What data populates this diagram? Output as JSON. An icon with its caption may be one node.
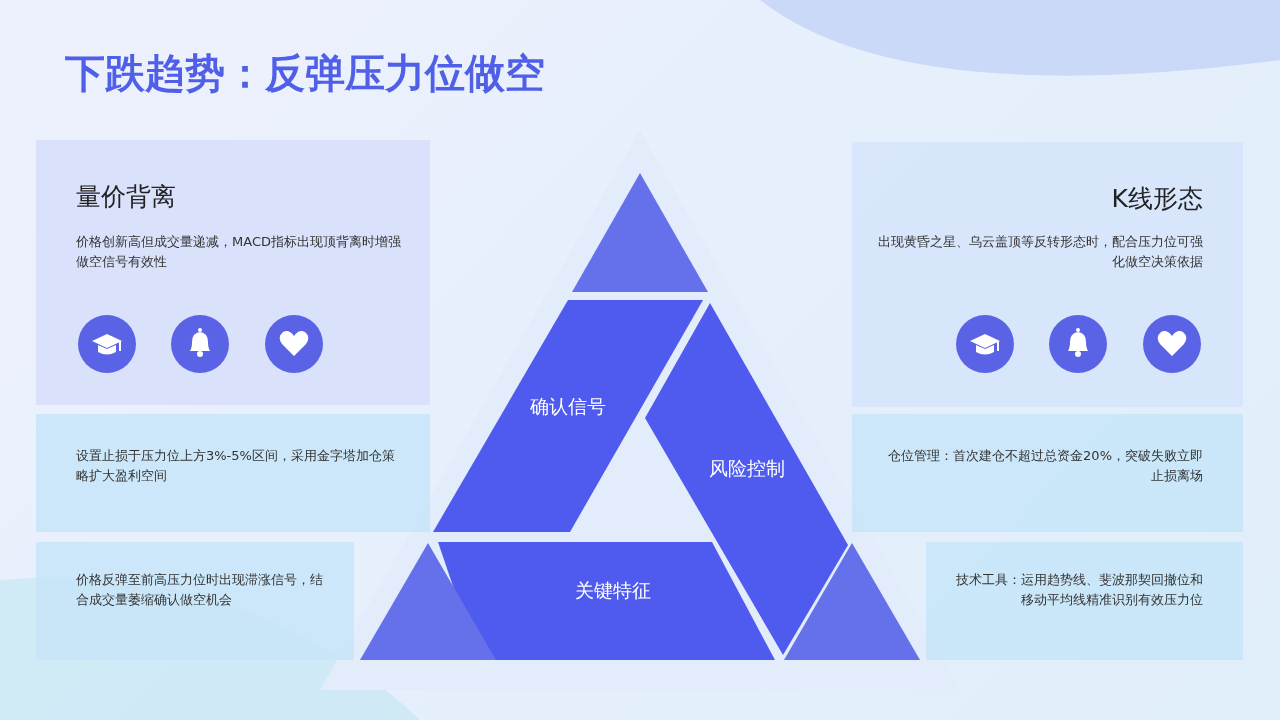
{
  "diagram": {
    "title": "下跌趋势：反弹压力位做空",
    "nodes": [
      {
        "text": [
          "量价背离",
          "价格创新高但成交量递减，MACD指标出现顶背离时增强做空信号有效性"
        ]
      },
      {
        "text": [
          "K线形态",
          "出现黄昏之星、乌云盖顶等反转形态时，配合压力位可强化做空决策依据"
        ]
      },
      {
        "text": [
          "设置止损于压力位上方3%-5%区间，采用金字塔加仓策略扩大盈利空间"
        ]
      },
      {
        "text": [
          "仓位管理：首次建仓不超过总资金20%，突破失败立即止损离场"
        ]
      },
      {
        "text": [
          "价格反弹至前高压力位时出现滞涨信号，结合成交量萎缩确认做空机会"
        ]
      },
      {
        "text": [
          "技术工具：运用趋势线、斐波那契回撤位和移动平均线精准识别有效压力位"
        ]
      },
      {
        "text": [],
        "shape": "triangle"
      },
      {
        "text": [
          "确认信号"
        ]
      },
      {
        "text": [
          "风险控制"
        ]
      },
      {
        "text": [
          "关键特征"
        ]
      },
      {
        "text": [],
        "shape": "triangle"
      },
      {
        "text": [],
        "shape": "triangle"
      }
    ]
  }
}
